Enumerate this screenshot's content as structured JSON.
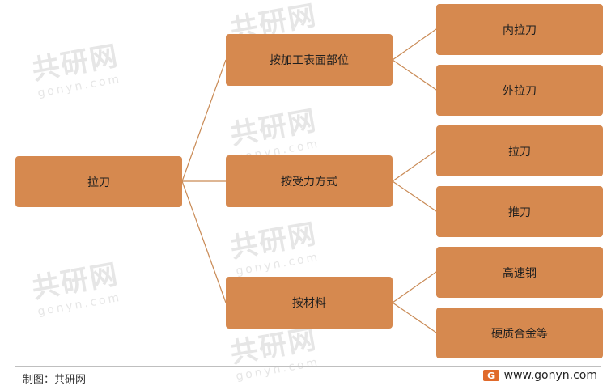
{
  "diagram": {
    "root": "拉刀",
    "branches": [
      {
        "label": "按加工表面部位",
        "children": [
          "内拉刀",
          "外拉刀"
        ]
      },
      {
        "label": "按受力方式",
        "children": [
          "拉刀",
          "推刀"
        ]
      },
      {
        "label": "按材料",
        "children": [
          "高速钢",
          "硬质合金等"
        ]
      }
    ]
  },
  "watermark": {
    "text": "共研网",
    "sub": "gonyn.com"
  },
  "footer": {
    "source": "制图：共研网",
    "site": "www.gonyn.com",
    "logo_letter": "G"
  },
  "colors": {
    "node": "#d6894f",
    "line": "#c98a55"
  }
}
